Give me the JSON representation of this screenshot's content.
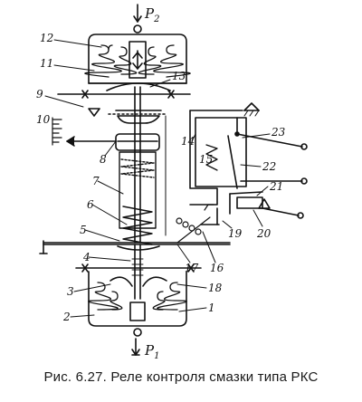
{
  "figure": {
    "pressure_top": "P",
    "pressure_top_sub": "2",
    "pressure_bottom": "P",
    "pressure_bottom_sub": "1",
    "part_numbers": [
      "1",
      "2",
      "3",
      "4",
      "5",
      "6",
      "7",
      "8",
      "9",
      "10",
      "11",
      "12",
      "13",
      "14",
      "15",
      "16",
      "17",
      "18",
      "19",
      "20",
      "21",
      "22",
      "23"
    ],
    "line_color": "#111111"
  },
  "caption": "Рис. 6.27. Реле контроля смазки типа РКС"
}
